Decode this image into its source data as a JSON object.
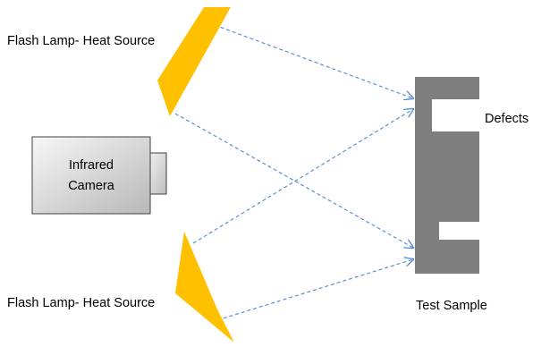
{
  "labels": {
    "top_lamp": "Flash Lamp- Heat Source",
    "bottom_lamp": "Flash Lamp- Heat Source",
    "camera_line1": "Infrared",
    "camera_line2": "Camera",
    "defects": "Defects",
    "test_sample": "Test Sample"
  },
  "colors": {
    "lamp": "#FFC000",
    "sample": "#7F7F7F",
    "beam": "#5B8FD6",
    "camera_light": "#F2F2F2",
    "camera_dark": "#BDBDBD",
    "camera_border": "#404040"
  }
}
